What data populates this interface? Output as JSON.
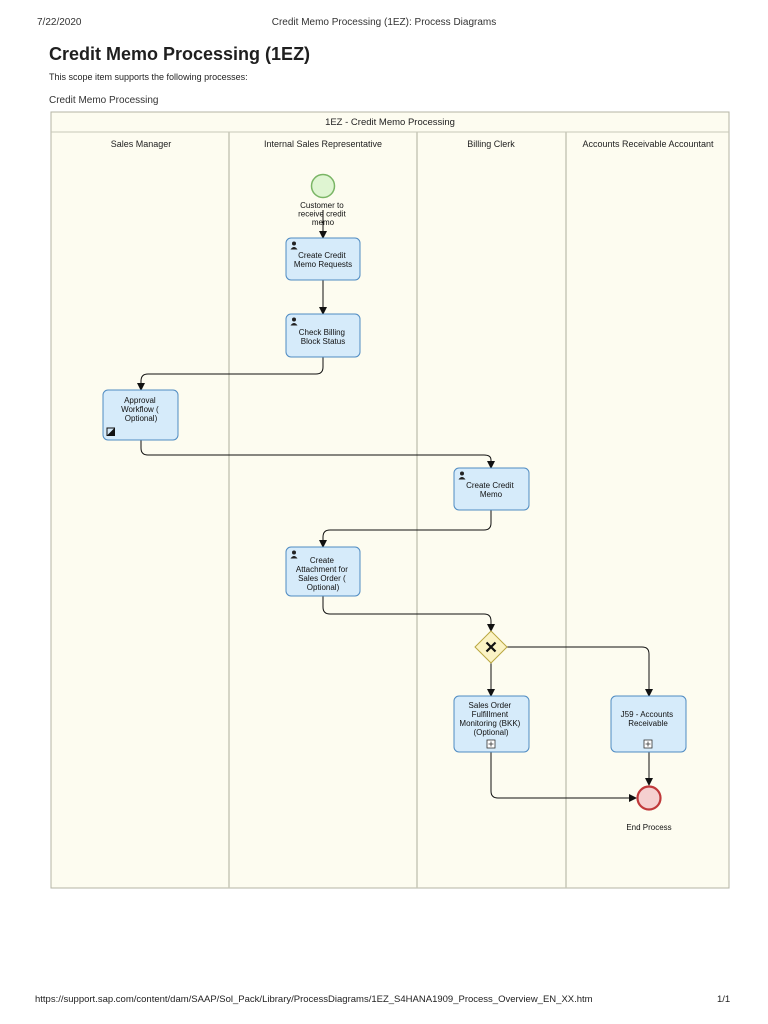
{
  "header": {
    "date": "7/22/2020",
    "title": "Credit Memo Processing (1EZ): Process Diagrams"
  },
  "page": {
    "title": "Credit Memo Processing (1EZ)",
    "intro": "This scope item supports the following processes:",
    "section": "Credit Memo Processing"
  },
  "diagram": {
    "pool_title": "1EZ - Credit Memo Processing",
    "lanes": [
      "Sales Manager",
      "Internal Sales Representative",
      "Billing Clerk",
      "Accounts Receivable Accountant"
    ],
    "start_event": [
      "Customer to",
      "receive credit",
      "memo"
    ],
    "tasks": {
      "create_credit_memo_requests": [
        "Create Credit",
        "Memo Requests"
      ],
      "check_billing_block_status": [
        "Check Billing",
        "Block Status"
      ],
      "approval_workflow": [
        "Approval",
        "Workflow (",
        "Optional)"
      ],
      "create_credit_memo": [
        "Create Credit",
        "Memo"
      ],
      "create_attachment": [
        "Create",
        "Attachment for",
        "Sales Order (",
        "Optional)"
      ],
      "sales_order_fulfillment": [
        "Sales Order",
        "Fulfillment",
        "Monitoring (BKK)",
        "(Optional)"
      ],
      "j59_accounts_receivable": [
        "J59 - Accounts",
        "Receivable"
      ]
    },
    "end_event": "End Process",
    "colors": {
      "pool_bg": "#fdfcf0",
      "task_fill": "#d6ebfa",
      "task_stroke": "#4f8bc2",
      "start_fill": "#dff5d2",
      "start_stroke": "#7ab565",
      "end_fill": "#f5d0d0",
      "end_stroke": "#c0393b",
      "gateway_fill": "#fbf3c5",
      "gateway_stroke": "#b9a740"
    }
  },
  "footer": {
    "url": "https://support.sap.com/content/dam/SAAP/Sol_Pack/Library/ProcessDiagrams/1EZ_S4HANA1909_Process_Overview_EN_XX.htm",
    "page": "1/1"
  }
}
